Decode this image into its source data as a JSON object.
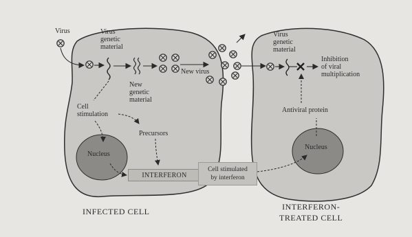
{
  "labels": {
    "virus": "Virus",
    "virus_genetic_material_left": "Virus\ngenetic\nmaterial",
    "new_genetic_material": "New\ngenetic\nmaterial",
    "new_virus": "New virus",
    "cell_stimulation": "Cell\nstimulation",
    "precursors": "Precursors",
    "nucleus_left": "Nucleus",
    "interferon": "INTERFERON",
    "cell_stimulated_by_interferon": "Cell stimulated\nby interferon",
    "virus_genetic_material_right": "Virus\ngenetic\nmaterial",
    "inhibition": "Inhibition\nof viral\nmultiplication",
    "antiviral_protein": "Antiviral protein",
    "nucleus_right": "Nucleus",
    "infected_cell": "INFECTED CELL",
    "interferon_treated_cell": "INTERFERON-\nTREATED CELL"
  },
  "colors": {
    "cell_fill": "#c9c8c4",
    "cell_outline": "#2e2e2e",
    "nucleus_fill": "#8b8a86",
    "background": "#e7e6e2"
  }
}
